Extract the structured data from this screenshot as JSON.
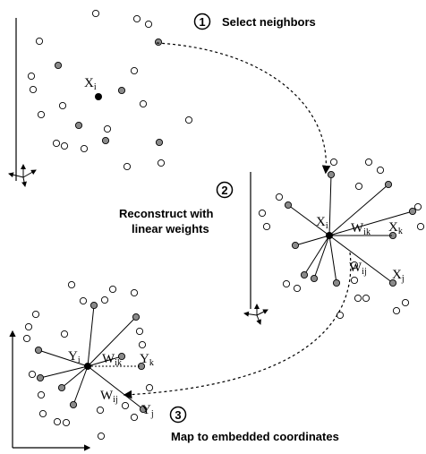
{
  "steps": [
    {
      "number": "1",
      "label": "Select neighbors"
    },
    {
      "number": "2",
      "label_line1": "Reconstruct with",
      "label_line2": "linear weights"
    },
    {
      "number": "3",
      "label": "Map to embedded coordinates"
    }
  ],
  "panel1": {
    "point_label": "X",
    "point_sub": "i"
  },
  "panel2": {
    "center_label": "X",
    "center_sub": "i",
    "w_ik_label": "W",
    "w_ik_sub": "ik",
    "w_ij_label": "W",
    "w_ij_sub": "ij",
    "xk_label": "X",
    "xk_sub": "k",
    "xj_label": "X",
    "xj_sub": "j"
  },
  "panel3": {
    "center_label": "Y",
    "center_sub": "i",
    "w_ik_label": "W",
    "w_ik_sub": "ik",
    "w_ij_label": "W",
    "w_ij_sub": "ij",
    "yk_label": "Y",
    "yk_sub": "k",
    "yj_label": "Y",
    "yj_sub": "j"
  },
  "colors": {
    "neighbor_fill": "#8a8a8a",
    "point_fill": "#ffffff",
    "ink": "#000000"
  }
}
